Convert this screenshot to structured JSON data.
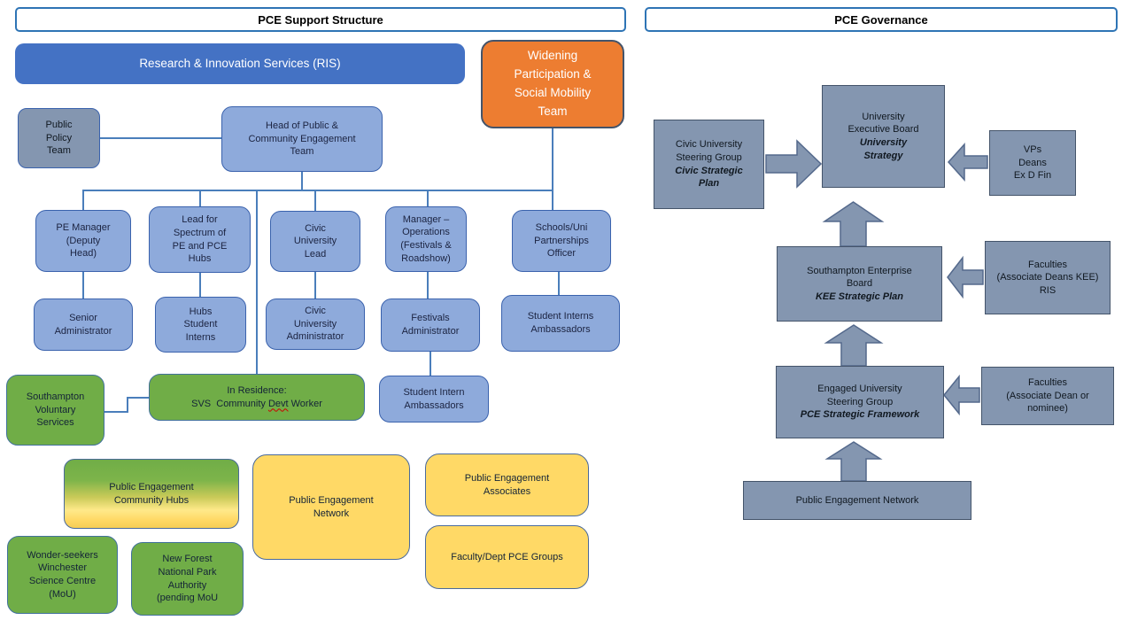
{
  "colors": {
    "brand_blue": "#4472C4",
    "light_blue": "#8EAADB",
    "gray_blue": "#8496B0",
    "orange": "#ED7D31",
    "green": "#70AD47",
    "yellow": "#FFD966",
    "line_blue": "#4a7ebb",
    "title_border": "#2E74B5"
  },
  "support": {
    "title": "PCE Support Structure",
    "ris": "Research & Innovation Services (RIS)",
    "wpsm": "Widening\nParticipation &\nSocial Mobility\nTeam",
    "public_policy": "Public\nPolicy\nTeam",
    "head": "Head of Public &\nCommunity Engagement\nTeam",
    "pe_manager": "PE Manager\n(Deputy\nHead)",
    "lead_spectrum": "Lead for\nSpectrum of\nPE and PCE\nHubs",
    "civic_lead": "Civic\nUniversity\nLead",
    "manager_ops": "Manager –\nOperations\n(Festivals &\nRoadshow)",
    "schools_officer": "Schools/Uni\nPartnerships\nOfficer",
    "senior_admin": "Senior\nAdministrator",
    "hubs_interns": "Hubs\nStudent\nInterns",
    "civic_admin": "Civic\nUniversity\nAdministrator",
    "festivals_admin": "Festivals\nAdministrator",
    "student_interns_ambassadors": "Student Interns\nAmbassadors",
    "svs": "Southampton\nVoluntary\nServices",
    "in_residence": {
      "line1": "In Residence:",
      "line2_parts": [
        "SVS  Community ",
        "Devt",
        " Worker"
      ]
    },
    "student_intern_ambassadors": "Student Intern\nAmbassadors",
    "community_hubs": "Public Engagement\nCommunity Hubs",
    "pe_network": "Public Engagement\nNetwork",
    "pe_associates": "Public Engagement\nAssociates",
    "faculty_pce_groups": "Faculty/Dept PCE Groups",
    "wonder_seekers": "Wonder-seekers\nWinchester\nScience Centre\n(MoU)",
    "new_forest": "New Forest\nNational Park\nAuthority\n(pending MoU"
  },
  "governance": {
    "title": "PCE Governance",
    "civic_sg": {
      "line1": "Civic University\nSteering Group",
      "line2": "Civic Strategic\nPlan"
    },
    "ueb": {
      "line1": "University\nExecutive Board",
      "line2": "University\nStrategy"
    },
    "vps": "VPs\nDeans\nEx D Fin",
    "seb": {
      "line1": "Southampton Enterprise\nBoard",
      "line2": "KEE Strategic Plan"
    },
    "faculties_kee": "Faculties\n(Associate Deans KEE)\nRIS",
    "eusg": {
      "line1": "Engaged University\nSteering Group",
      "line2": "PCE Strategic Framework"
    },
    "faculties_nominee": "Faculties\n(Associate Dean or\nnominee)",
    "pe_network": "Public Engagement Network"
  }
}
